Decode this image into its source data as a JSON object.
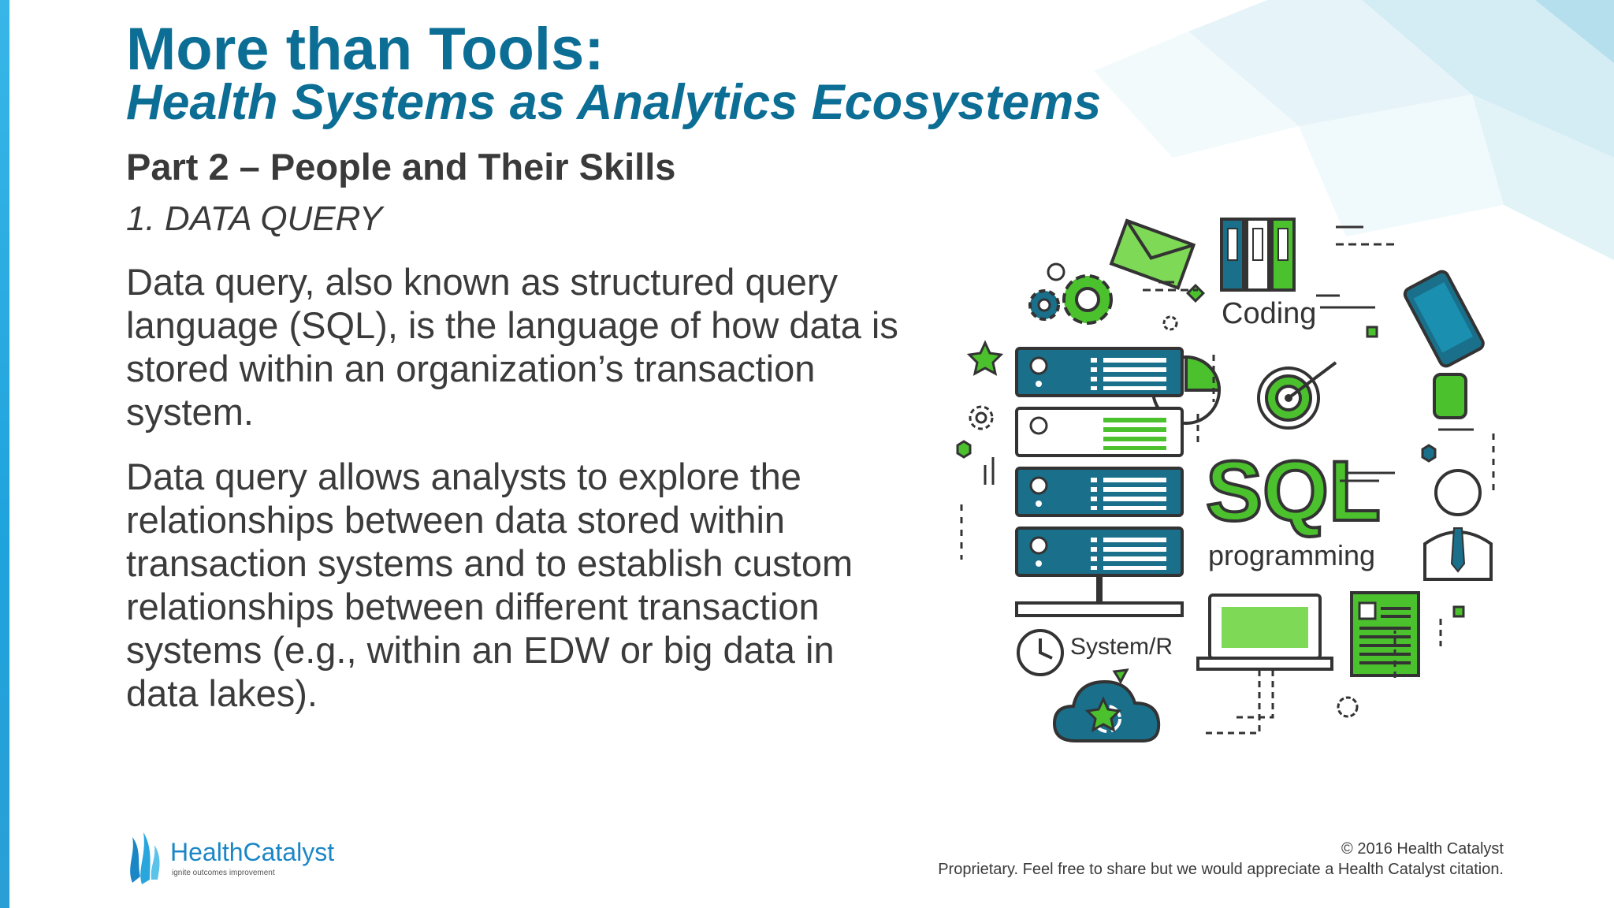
{
  "slide": {
    "title": "More than Tools:",
    "subtitle": "Health Systems as Analytics Ecosystems",
    "part_heading": "Part 2 – People and Their Skills",
    "section_heading": "1. DATA QUERY",
    "paragraphs": [
      "Data query, also known as structured query language (SQL), is the language of how data is stored within an organization’s transaction system.",
      "Data query allows analysts to explore the relationships between data stored within transaction systems and to establish custom relationships between different transaction systems (e.g., within an EDW or big data in data lakes)."
    ]
  },
  "illustration": {
    "coding_label": "Coding",
    "sql_label": "SQL",
    "programming_label": "programming",
    "system_label": "System/R",
    "colors": {
      "teal": "#1a6f8a",
      "green": "#4cc12e",
      "outline": "#333333"
    }
  },
  "footer": {
    "logo_text": "HealthCatalyst",
    "logo_tagline": "ignite outcomes improvement",
    "copyright": "© 2016 Health Catalyst",
    "notice": "Proprietary. Feel free to share but we would appreciate a Health Catalyst citation."
  }
}
